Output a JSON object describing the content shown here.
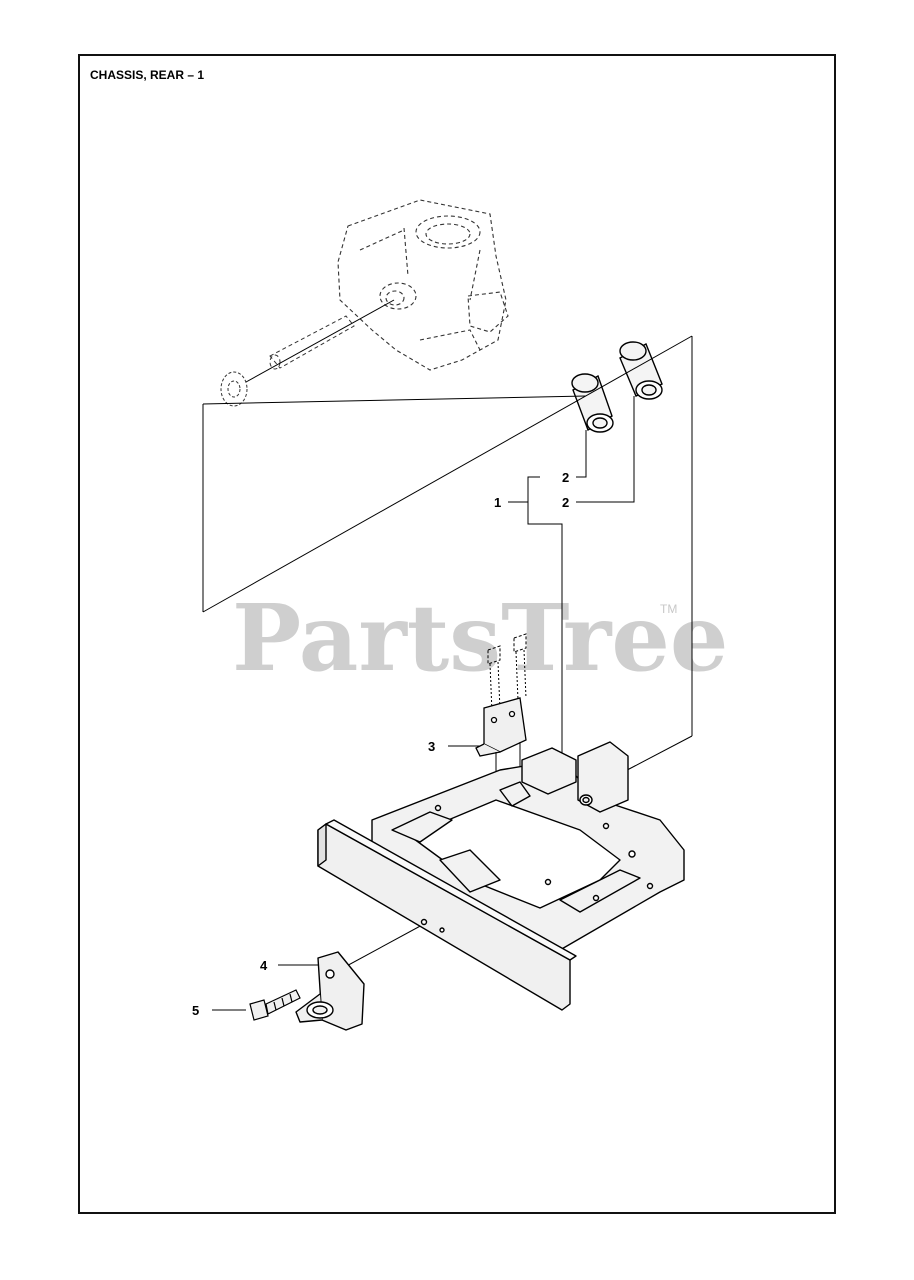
{
  "diagram": {
    "title": "CHASSIS, REAR – 1",
    "watermark": {
      "text": "PartsTree",
      "trademark": "TM"
    },
    "callouts": [
      {
        "id": "c1",
        "label": "1"
      },
      {
        "id": "c2a",
        "label": "2"
      },
      {
        "id": "c2b",
        "label": "2"
      },
      {
        "id": "c3",
        "label": "3"
      },
      {
        "id": "c4",
        "label": "4"
      },
      {
        "id": "c5",
        "label": "5"
      }
    ]
  }
}
